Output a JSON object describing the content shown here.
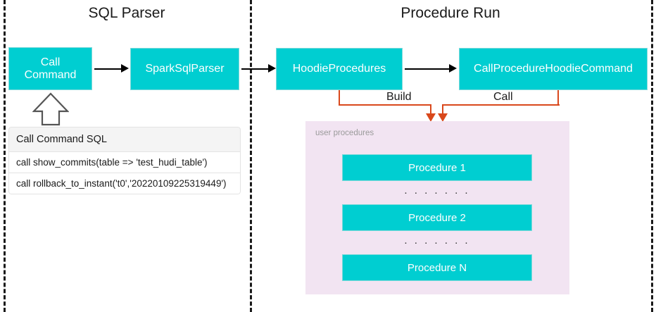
{
  "sections": {
    "left": {
      "title": "SQL Parser"
    },
    "right": {
      "title": "Procedure Run"
    }
  },
  "nodes": {
    "call_command": "Call\nCommand",
    "call_command_line1": "Call",
    "call_command_line2": "Command",
    "spark_sql_parser": "SparkSqlParser",
    "hoodie_procedures": "HoodieProcedures",
    "call_procedure_hoodie_command": "CallProcedureHoodieCommand"
  },
  "edges": {
    "build_label": "Build",
    "call_label": "Call"
  },
  "sql_table": {
    "header": "Call Command SQL",
    "rows": [
      "call show_commits(table => 'test_hudi_table')",
      "call rollback_to_instant('t0','20220109225319449')"
    ]
  },
  "user_procedures": {
    "label": "user procedures",
    "items": [
      {
        "label": "Procedure 1"
      },
      {
        "label": "Procedure 2"
      },
      {
        "label": "Procedure N"
      }
    ],
    "ellipsis": ". . . . . . ."
  },
  "colors": {
    "node_fill": "#00CED1",
    "node_text": "#FFFFFF",
    "panel_fill": "#F2E4F2",
    "edge_orange": "#D9481C",
    "edge_black": "#000000",
    "divider": "#1A1A1A"
  }
}
